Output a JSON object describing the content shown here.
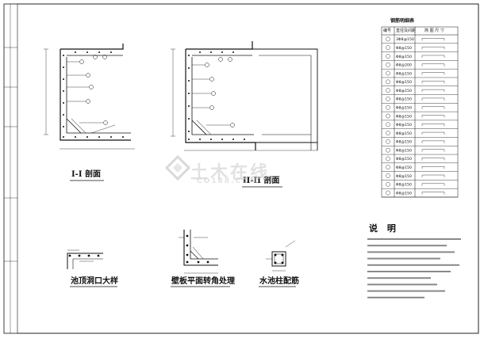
{
  "views": {
    "section_1": {
      "title": "I-I 剖面"
    },
    "section_2": {
      "title": "II-II 剖面"
    },
    "detail_roof": {
      "title": "池顶洞口大样"
    },
    "detail_corner": {
      "title": "壁板平面转角处理"
    },
    "detail_column": {
      "title": "水池柱配筋"
    }
  },
  "schedule": {
    "title": "钢筋明细表",
    "header": {
      "no": "编号",
      "spec": "直径及间距",
      "shape": "简 图 尺 寸"
    },
    "rows": [
      "3Φ8@150",
      "Φ8@150",
      "Φ8@150",
      "Φ8@200",
      "Φ8@150",
      "Φ8@150",
      "Φ8@150",
      "Φ8@150",
      "Φ8@150",
      "Φ8@150",
      "Φ8@150",
      "Φ8@150",
      "Φ8@150",
      "Φ8@150",
      "Φ8@150",
      "Φ8@150",
      "Φ8@150",
      "Φ8@150",
      "Φ8@150"
    ]
  },
  "notes": {
    "title": "说 明"
  },
  "watermark": {
    "main": "土木在线",
    "sub": "CO188.COM"
  }
}
